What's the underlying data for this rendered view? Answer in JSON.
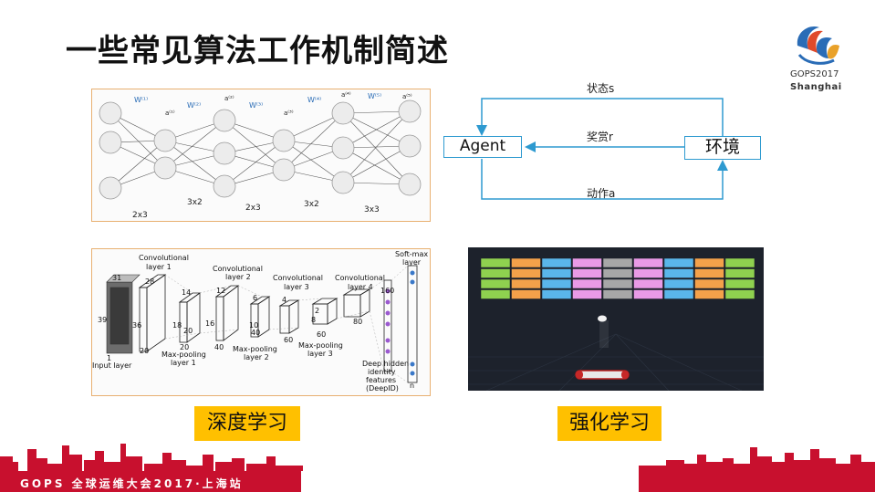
{
  "slide": {
    "title": "一些常见算法工作机制简述",
    "logo": {
      "line1": "GOPS2017",
      "line2": "Shanghai"
    },
    "footer": "GOPS 全球运维大会2017·上海站"
  },
  "nn": {
    "weights": [
      "W⁽¹⁾",
      "W⁽²⁾",
      "W⁽³⁾",
      "W⁽⁴⁾",
      "W⁽⁵⁾"
    ],
    "activations": [
      "a⁽¹⁾",
      "a⁽²⁾",
      "a⁽³⁾",
      "a⁽⁴⁾",
      "a⁽⁵⁾"
    ],
    "sizes": [
      "2x3",
      "3x2",
      "2x3",
      "3x2",
      "3x3"
    ]
  },
  "cnn": {
    "conv1": [
      "Convolutional",
      "layer 1"
    ],
    "conv2": [
      "Convolutional",
      "layer 2"
    ],
    "conv3": [
      "Convolutional",
      "layer 3"
    ],
    "conv4": [
      "Convolutional",
      "layer 4"
    ],
    "softmax": [
      "Soft-max",
      "layer"
    ],
    "pool1": [
      "Max-pooling",
      "layer 1"
    ],
    "pool2": [
      "Max-pooling",
      "layer 2"
    ],
    "pool3": [
      "Max-pooling",
      "layer 3"
    ],
    "input": "Input layer",
    "deepid": [
      "Deep hidden",
      "identity",
      "features",
      "(DeepID)"
    ],
    "nums": {
      "n31": "31",
      "n39": "39",
      "n1": "1",
      "n28": "28",
      "n36": "36",
      "n20a": "20",
      "n14": "14",
      "n18": "18",
      "n20b": "20",
      "n20c": "20",
      "n12": "12",
      "n16": "16",
      "n40a": "40",
      "n40b": "40",
      "n6": "6",
      "n10": "10",
      "n60a": "60",
      "n4": "4",
      "n8": "8",
      "n60b": "60",
      "n2": "2",
      "n80": "80",
      "n160": "160",
      "nn": "n"
    }
  },
  "rl": {
    "agent": "Agent",
    "env": "环境",
    "state": "状态s",
    "reward": "奖赏r",
    "action": "动作a",
    "colors": {
      "line": "#2e9ad0"
    }
  },
  "captions": {
    "deep": "深度学习",
    "rl": "强化学习"
  },
  "game": {
    "brick_colors": [
      "#8fd14f",
      "#f4a14a",
      "#5ab6ea",
      "#e99ae6",
      "#a7a7a7",
      "#e99ae6",
      "#5ab6ea",
      "#f4a14a",
      "#8fd14f"
    ],
    "rows": 4
  }
}
